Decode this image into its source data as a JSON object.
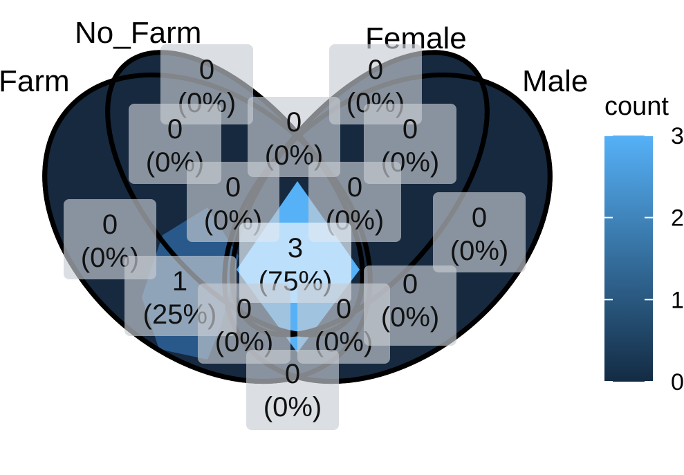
{
  "sets": [
    "Farm",
    "No_Farm",
    "Female",
    "Male"
  ],
  "regions": [
    {
      "id": "farm-only",
      "count": "0",
      "percent": "(0%)"
    },
    {
      "id": "nofarm-only",
      "count": "0",
      "percent": "(0%)"
    },
    {
      "id": "female-only",
      "count": "0",
      "percent": "(0%)"
    },
    {
      "id": "male-only",
      "count": "0",
      "percent": "(0%)"
    },
    {
      "id": "farm-nofarm",
      "count": "0",
      "percent": "(0%)"
    },
    {
      "id": "nofarm-female",
      "count": "0",
      "percent": "(0%)"
    },
    {
      "id": "female-male",
      "count": "0",
      "percent": "(0%)"
    },
    {
      "id": "nofarm-female-left",
      "count": "0",
      "percent": "(0%)"
    },
    {
      "id": "nofarm-female-right",
      "count": "0",
      "percent": "(0%)"
    },
    {
      "id": "all-four",
      "count": "3",
      "percent": "(75%)"
    },
    {
      "id": "farm-female",
      "count": "1",
      "percent": "(25%)"
    },
    {
      "id": "farm-nofarm-male",
      "count": "0",
      "percent": "(0%)"
    },
    {
      "id": "farm-female-male",
      "count": "0",
      "percent": "(0%)"
    },
    {
      "id": "farm-male",
      "count": "0",
      "percent": "(0%)"
    },
    {
      "id": "nofarm-male",
      "count": "0",
      "percent": "(0%)"
    }
  ],
  "legend": {
    "title": "count",
    "ticks": [
      "0",
      "1",
      "2",
      "3"
    ],
    "min": 0,
    "max": 3,
    "low_color": "#132B43",
    "high_color": "#56B1F7"
  },
  "colors": {
    "zero": "#16293f",
    "one": "#29598a",
    "three": "#56b1f7",
    "outline": "#000000",
    "label_box": "#c8ccd2"
  }
}
